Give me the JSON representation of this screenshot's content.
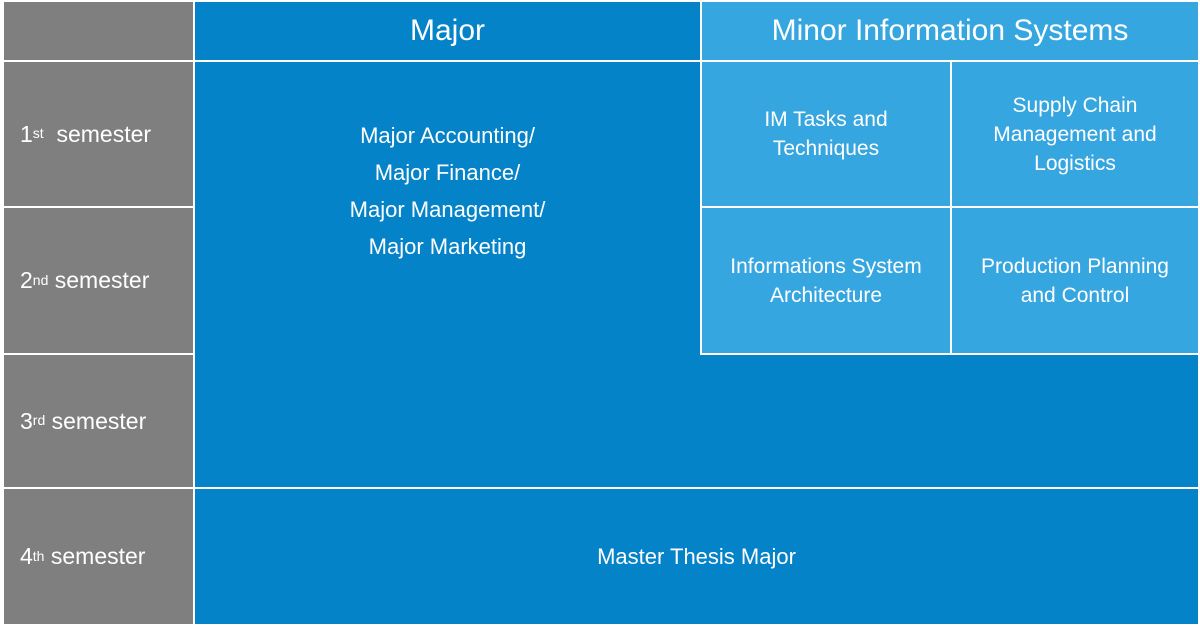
{
  "header": {
    "major": "Major",
    "minor": "Minor Information Systems"
  },
  "semesters": [
    {
      "number": "1",
      "suffix": "st",
      "label": "semester"
    },
    {
      "number": "2",
      "suffix": "nd",
      "label": "semester"
    },
    {
      "number": "3",
      "suffix": "rd",
      "label": "semester"
    },
    {
      "number": "4",
      "suffix": "th",
      "label": "semester"
    }
  ],
  "major_block": {
    "lines": [
      "Major Accounting/",
      "Major Finance/",
      "Major Management/",
      "Major Marketing"
    ]
  },
  "minor_courses": [
    {
      "lines": [
        "IM Tasks and",
        "Techniques"
      ]
    },
    {
      "lines": [
        "Supply Chain",
        "Management and",
        "Logistics"
      ]
    },
    {
      "lines": [
        "Informations System",
        "Architecture"
      ]
    },
    {
      "lines": [
        "Production Planning",
        "and Control"
      ]
    }
  ],
  "thesis": "Master Thesis Major"
}
